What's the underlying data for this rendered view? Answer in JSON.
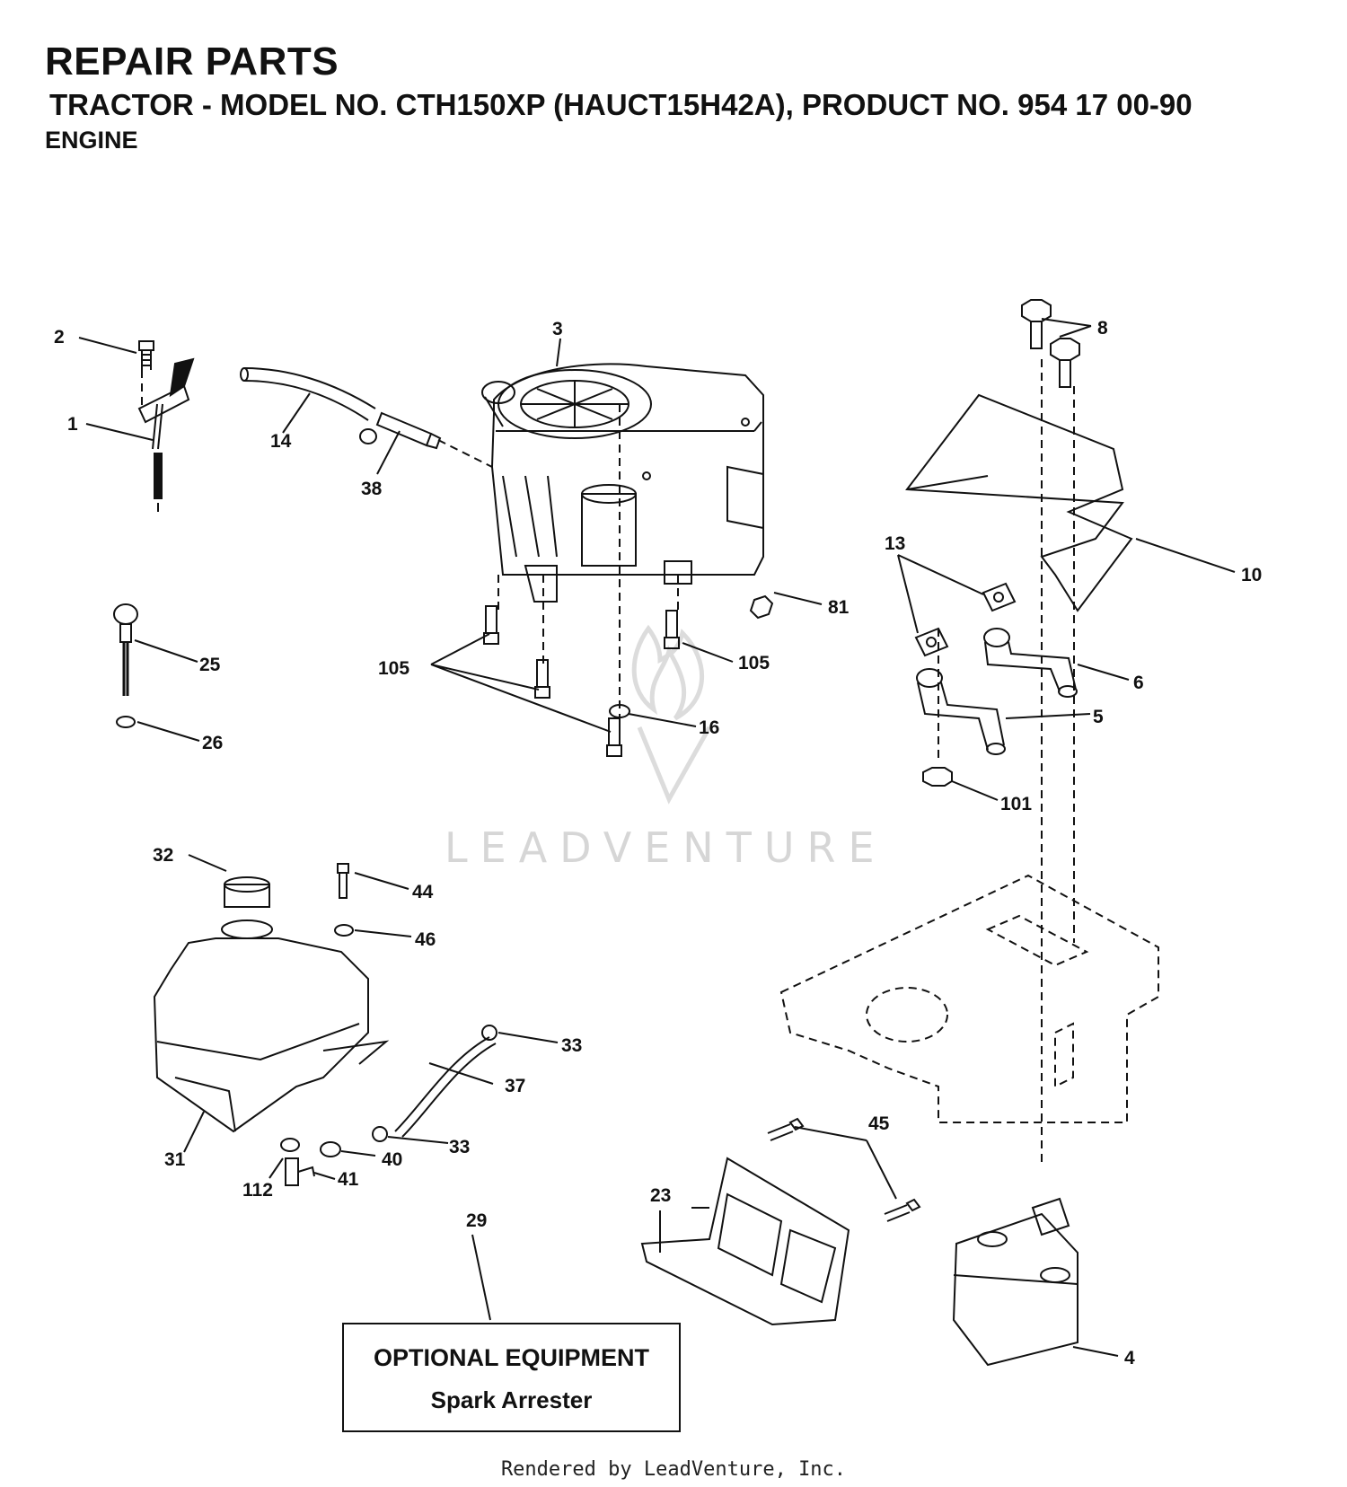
{
  "header": {
    "title": "REPAIR PARTS",
    "subtitle": "TRACTOR - MODEL NO. CTH150XP (HAUCT15H42A), PRODUCT NO. 954 17 00-90",
    "section": "ENGINE"
  },
  "callouts": {
    "c2": "2",
    "c1": "1",
    "c3": "3",
    "c14": "14",
    "c38": "38",
    "c8": "8",
    "c10": "10",
    "c13": "13",
    "c81": "81",
    "c25": "25",
    "c26": "26",
    "c105a": "105",
    "c105b": "105",
    "c16": "16",
    "c6": "6",
    "c5": "5",
    "c101": "101",
    "c32": "32",
    "c44": "44",
    "c46": "46",
    "c33a": "33",
    "c37": "37",
    "c33b": "33",
    "c31": "31",
    "c40": "40",
    "c41": "41",
    "c112": "112",
    "c45": "45",
    "c23": "23",
    "c29": "29",
    "c4": "4"
  },
  "watermark": "LEADVENTURE",
  "optional_box": {
    "title": "OPTIONAL EQUIPMENT",
    "item": "Spark Arrester"
  },
  "footer": "Rendered by LeadVenture, Inc."
}
